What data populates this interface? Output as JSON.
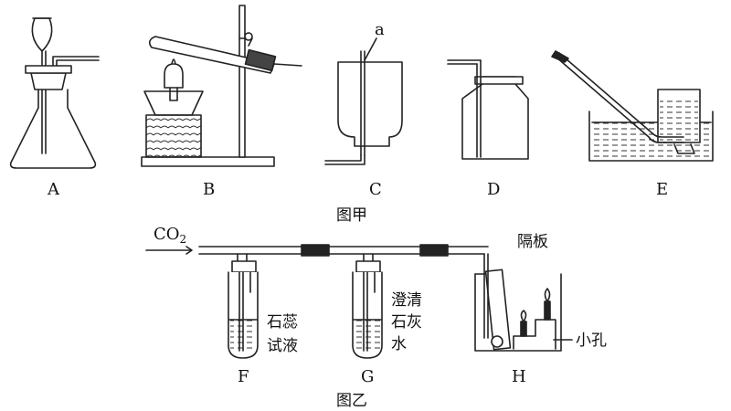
{
  "figure_a": {
    "caption": "图甲",
    "labels": {
      "A": "A",
      "B": "B",
      "C": "C",
      "D": "D",
      "E": "E"
    },
    "letter_a": "a"
  },
  "figure_b": {
    "caption": "图乙",
    "co2": "CO",
    "co2_sub": "2",
    "labels": {
      "F": "F",
      "G": "G",
      "H": "H"
    },
    "litmus_line1": "石蕊",
    "litmus_line2": "试液",
    "limewater_line1": "澄清",
    "limewater_line2": "石灰",
    "limewater_line3": "水",
    "partition": "隔板",
    "small_hole": "小孔"
  }
}
